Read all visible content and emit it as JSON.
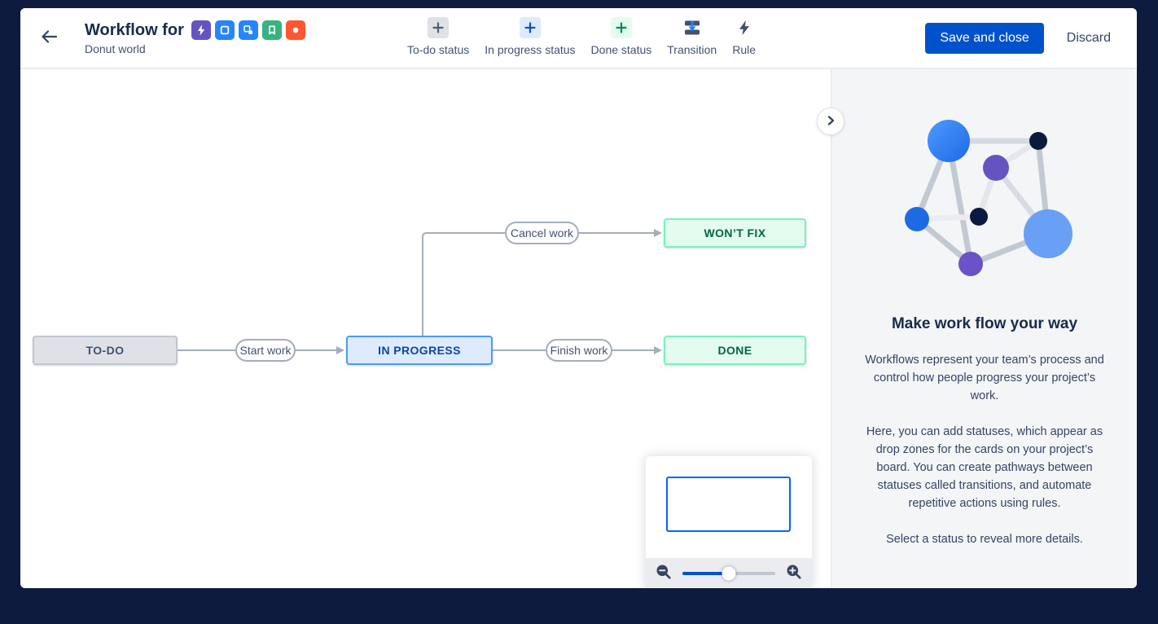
{
  "header": {
    "title": "Workflow for",
    "subtitle": "Donut world",
    "back_icon": "arrow-left-icon",
    "issue_type_icons": [
      "bolt-icon",
      "task-icon",
      "subtask-icon",
      "story-bookmark-icon",
      "bug-circle-icon"
    ],
    "save_label": "Save and close",
    "discard_label": "Discard"
  },
  "toolbar": {
    "items": [
      {
        "label": "To-do status",
        "icon": "plus-icon",
        "variant": "gray"
      },
      {
        "label": "In progress status",
        "icon": "plus-icon",
        "variant": "blue"
      },
      {
        "label": "Done status",
        "icon": "plus-icon",
        "variant": "green"
      },
      {
        "label": "Transition",
        "icon": "transition-icon",
        "variant": "plain"
      },
      {
        "label": "Rule",
        "icon": "lightning-icon",
        "variant": "plain"
      }
    ]
  },
  "workflow": {
    "statuses": [
      {
        "label": "TO-DO",
        "type": "todo"
      },
      {
        "label": "IN PROGRESS",
        "type": "inprogress"
      },
      {
        "label": "DONE",
        "type": "done"
      },
      {
        "label": "WON’T FIX",
        "type": "done"
      }
    ],
    "transitions": [
      {
        "label": "Start work",
        "from": "TO-DO",
        "to": "IN PROGRESS"
      },
      {
        "label": "Finish work",
        "from": "IN PROGRESS",
        "to": "DONE"
      },
      {
        "label": "Cancel work",
        "from": "IN PROGRESS",
        "to": "WON’T FIX"
      }
    ]
  },
  "sidebar": {
    "illustration": "network-graph-illustration",
    "heading": "Make work flow your way",
    "paragraph1": "Workflows represent your team’s process and control how people progress your project’s work.",
    "paragraph2": "Here, you can add statuses, which appear as drop zones for the cards on your project’s board. You can create pathways between statuses called transitions, and automate repetitive actions using rules.",
    "paragraph3": "Select a status to reveal more details.",
    "collapse_icon": "chevron-right-icon"
  },
  "minimap": {
    "zoom_out_icon": "magnifier-minus-icon",
    "zoom_in_icon": "magnifier-plus-icon",
    "zoom_level_percent": 50
  },
  "colors": {
    "frame_background": "#0d1b3e",
    "primary_button": "#0052CC",
    "todo_bg": "#DFE1E6",
    "todo_border": "#C1C7D0",
    "todo_text": "#42526E",
    "inprogress_bg": "#DEEBFF",
    "inprogress_border": "#4C9AFF",
    "inprogress_text": "#0747A6",
    "done_bg": "#E3FCEF",
    "done_border": "#79F2C0",
    "done_text": "#006644",
    "edge": "#A5ADBA",
    "sidebar_bg": "#F4F5F7",
    "heading_text": "#172B4D",
    "body_text": "#344563",
    "minimap_viewport_border": "#0065FF"
  }
}
